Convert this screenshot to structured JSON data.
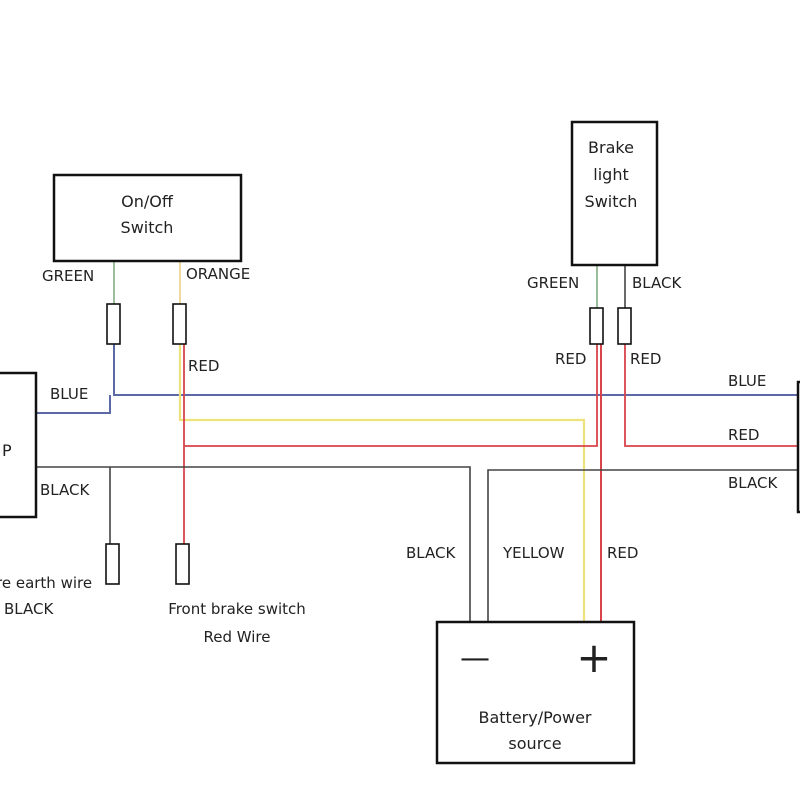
{
  "colors": {
    "blue_wire": "#5b6aa6",
    "red_wire": "#d9434a",
    "yellow_wire": "#eee27a",
    "black_wire": "#444444",
    "green_wire": "#9bbd9b",
    "orange_wire": "#f0d9a0",
    "outline": "#111111"
  },
  "components": {
    "left_unit_label": "P",
    "onoff_switch": {
      "line1": "On/Off",
      "line2": "Switch"
    },
    "brake_light_switch": {
      "line1": "Brake",
      "line2": "light",
      "line3": "Switch"
    },
    "battery": {
      "line1": "Battery/Power",
      "line2": "source",
      "minus": "—",
      "plus": "+"
    }
  },
  "wire_labels": {
    "onoff_green": "GREEN",
    "onoff_orange": "ORANGE",
    "brake_green": "GREEN",
    "brake_black": "BLACK",
    "red_under_orange": "RED",
    "red_under_brake_green": "RED",
    "red_under_brake_black": "RED",
    "left_blue": "BLUE",
    "left_black": "BLACK",
    "right_blue": "BLUE",
    "right_red": "RED",
    "right_black": "BLACK",
    "battery_black": "BLACK",
    "battery_yellow": "YELLOW",
    "battery_red": "RED"
  },
  "notes": {
    "earth_wire_line1": "re earth wire",
    "earth_wire_line2": "BLACK",
    "front_brake_line1": "Front brake switch",
    "front_brake_line2": "Red Wire"
  }
}
